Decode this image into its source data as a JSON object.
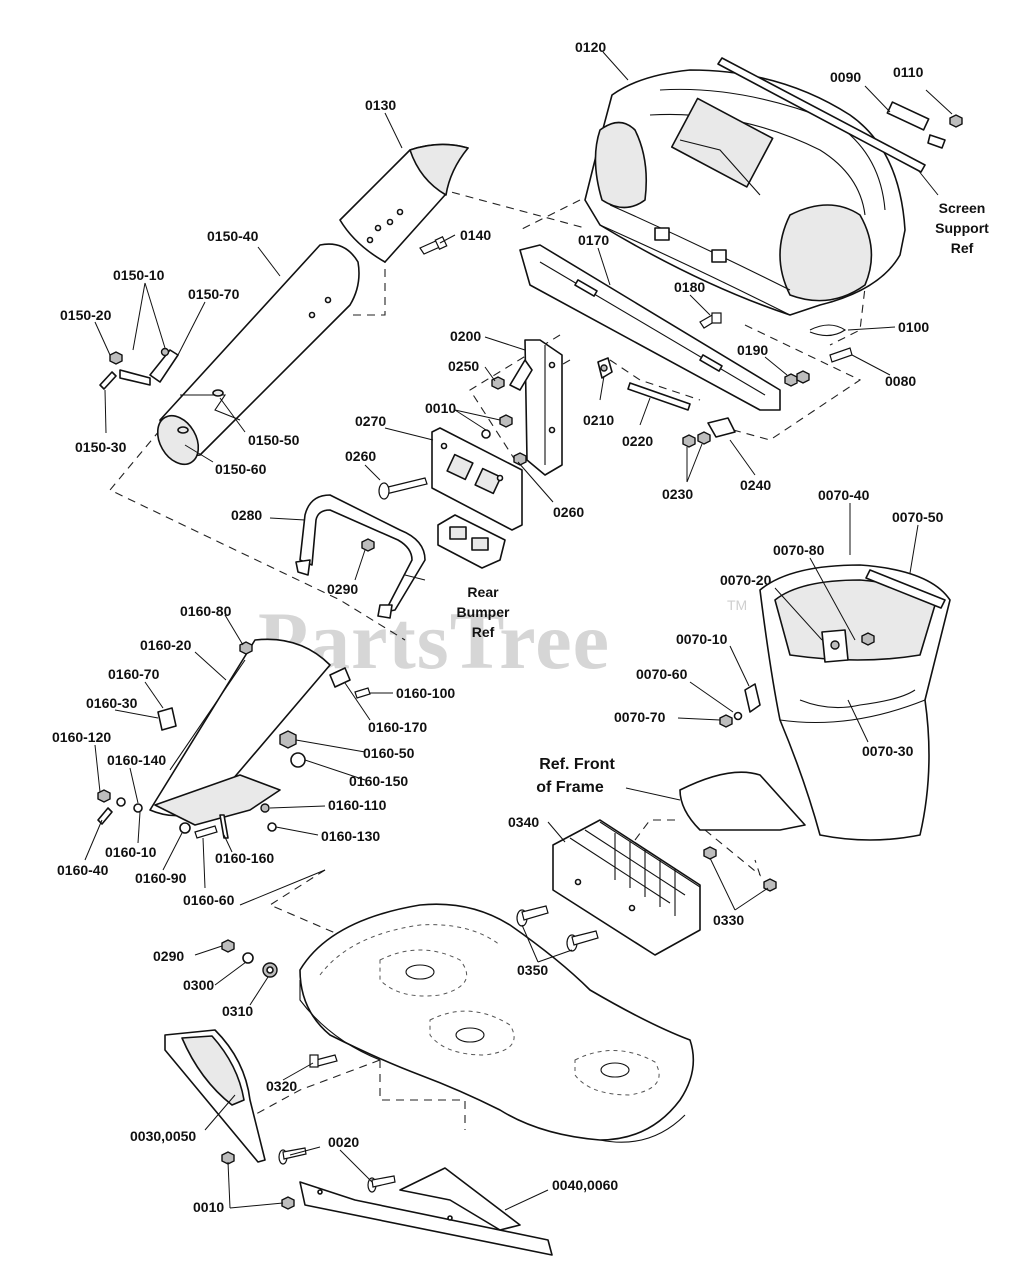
{
  "watermark": {
    "text": "PartsTree",
    "tm": "TM"
  },
  "notes": {
    "screen_support": [
      "Screen",
      "Support",
      "Ref"
    ],
    "rear_bumper": [
      "Rear",
      "Bumper",
      "Ref"
    ],
    "front_frame": [
      "Ref. Front",
      "of Frame"
    ]
  },
  "labels": {
    "p0120": "0120",
    "p0130": "0130",
    "p0090": "0090",
    "p0110": "0110",
    "p0150_40": "0150-40",
    "p0140": "0140",
    "p0170": "0170",
    "p0150_10": "0150-10",
    "p0150_70": "0150-70",
    "p0150_20": "0150-20",
    "p0180": "0180",
    "p0100": "0100",
    "p0200": "0200",
    "p0250": "0250",
    "p0190": "0190",
    "p0080": "0080",
    "p0010a": "0010",
    "p0210": "0210",
    "p0150_30": "0150-30",
    "p0150_50": "0150-50",
    "p0270": "0270",
    "p0220": "0220",
    "p0150_60": "0150-60",
    "p0260a": "0260",
    "p0240": "0240",
    "p0230": "0230",
    "p0260b": "0260",
    "p0070_40": "0070-40",
    "p0070_50": "0070-50",
    "p0280": "0280",
    "p0070_80": "0070-80",
    "p0290a": "0290",
    "p0070_20": "0070-20",
    "p0160_80": "0160-80",
    "p0160_20": "0160-20",
    "p0070_10": "0070-10",
    "p0070_60": "0070-60",
    "p0160_70": "0160-70",
    "p0160_100": "0160-100",
    "p0070_70": "0070-70",
    "p0160_30": "0160-30",
    "p0160_170": "0160-170",
    "p0160_120": "0160-120",
    "p0160_50": "0160-50",
    "p0070_30": "0070-30",
    "p0160_140": "0160-140",
    "p0160_150": "0160-150",
    "p0160_110": "0160-110",
    "p0160_130": "0160-130",
    "p0160_10": "0160-10",
    "p0160_160": "0160-160",
    "p0160_40": "0160-40",
    "p0160_90": "0160-90",
    "p0340": "0340",
    "p0160_60": "0160-60",
    "p0330": "0330",
    "p0290b": "0290",
    "p0350": "0350",
    "p0300": "0300",
    "p0310": "0310",
    "p0320": "0320",
    "p0030_0050": "0030,0050",
    "p0020": "0020",
    "p0040_0060": "0040,0060",
    "p0010b": "0010"
  }
}
